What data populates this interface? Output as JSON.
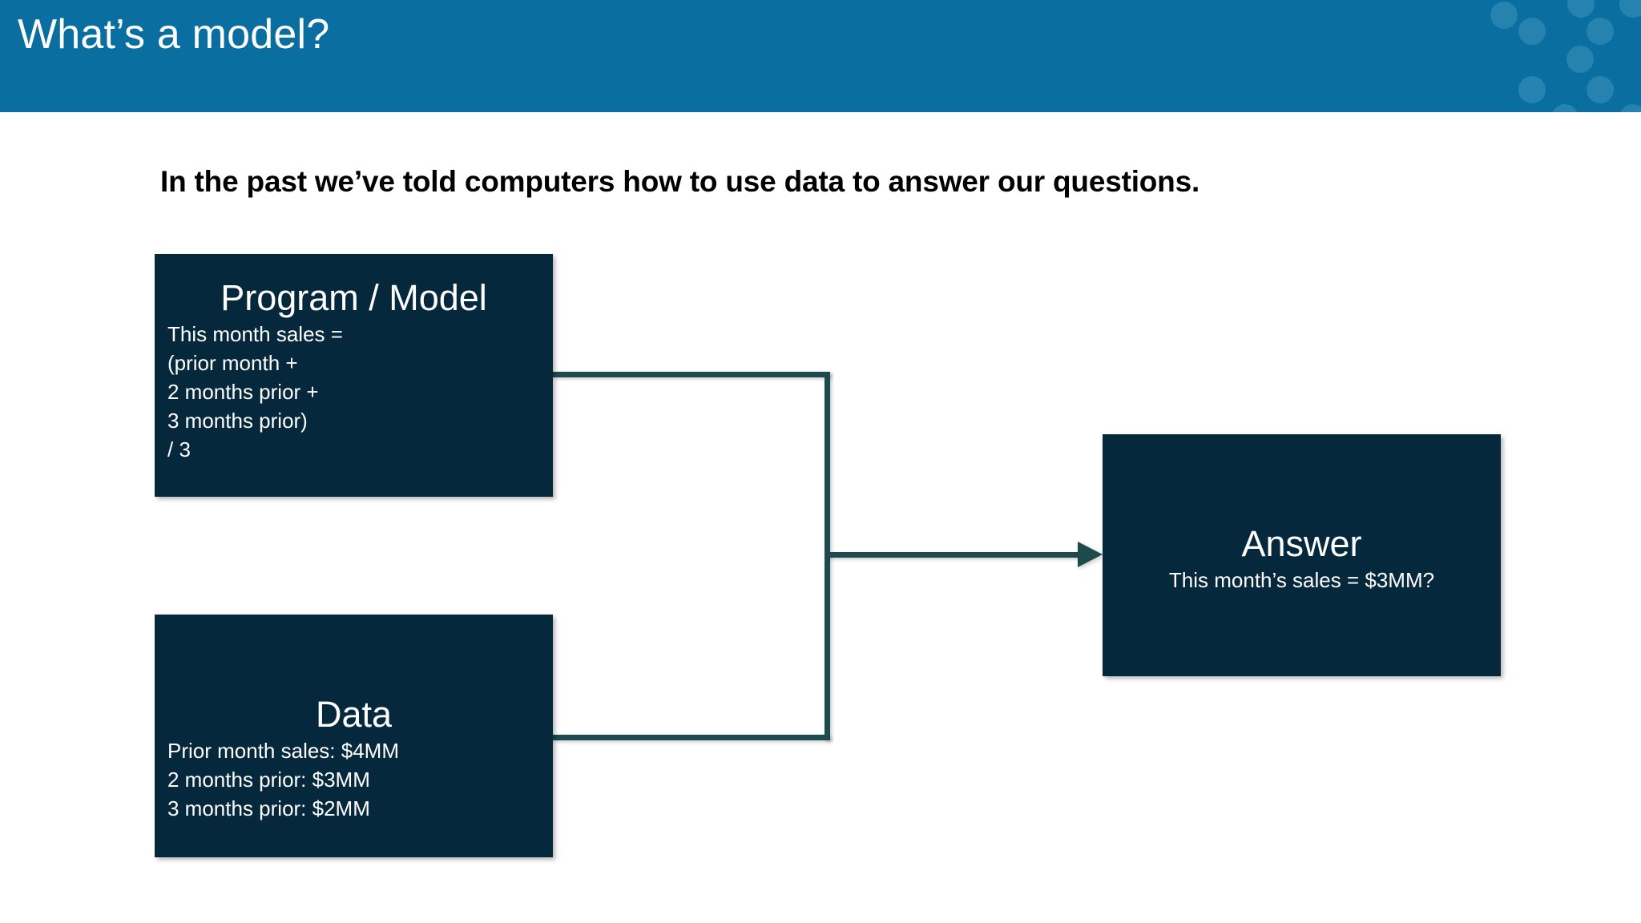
{
  "header": {
    "title": "What’s a model?",
    "background_color": "#0a6fa0",
    "dot_color": "#2683b0",
    "decoration": "dot-grid-pattern"
  },
  "subtitle": {
    "text": "In the past we’ve told computers how to use data to answer our questions."
  },
  "diagram": {
    "box_color": "#05283c",
    "connector_color": "#1d4a4e",
    "nodes": {
      "program": {
        "title": "Program / Model",
        "lines": [
          "This month sales =",
          "(prior month +",
          "2 months prior +",
          "3 months prior)",
          "/ 3"
        ]
      },
      "data": {
        "title": "Data",
        "lines": [
          "Prior month sales: $4MM",
          "2 months prior: $3MM",
          "3 months prior: $2MM"
        ]
      },
      "answer": {
        "title": "Answer",
        "lines": [
          "This month’s sales = $3MM?"
        ]
      }
    }
  }
}
